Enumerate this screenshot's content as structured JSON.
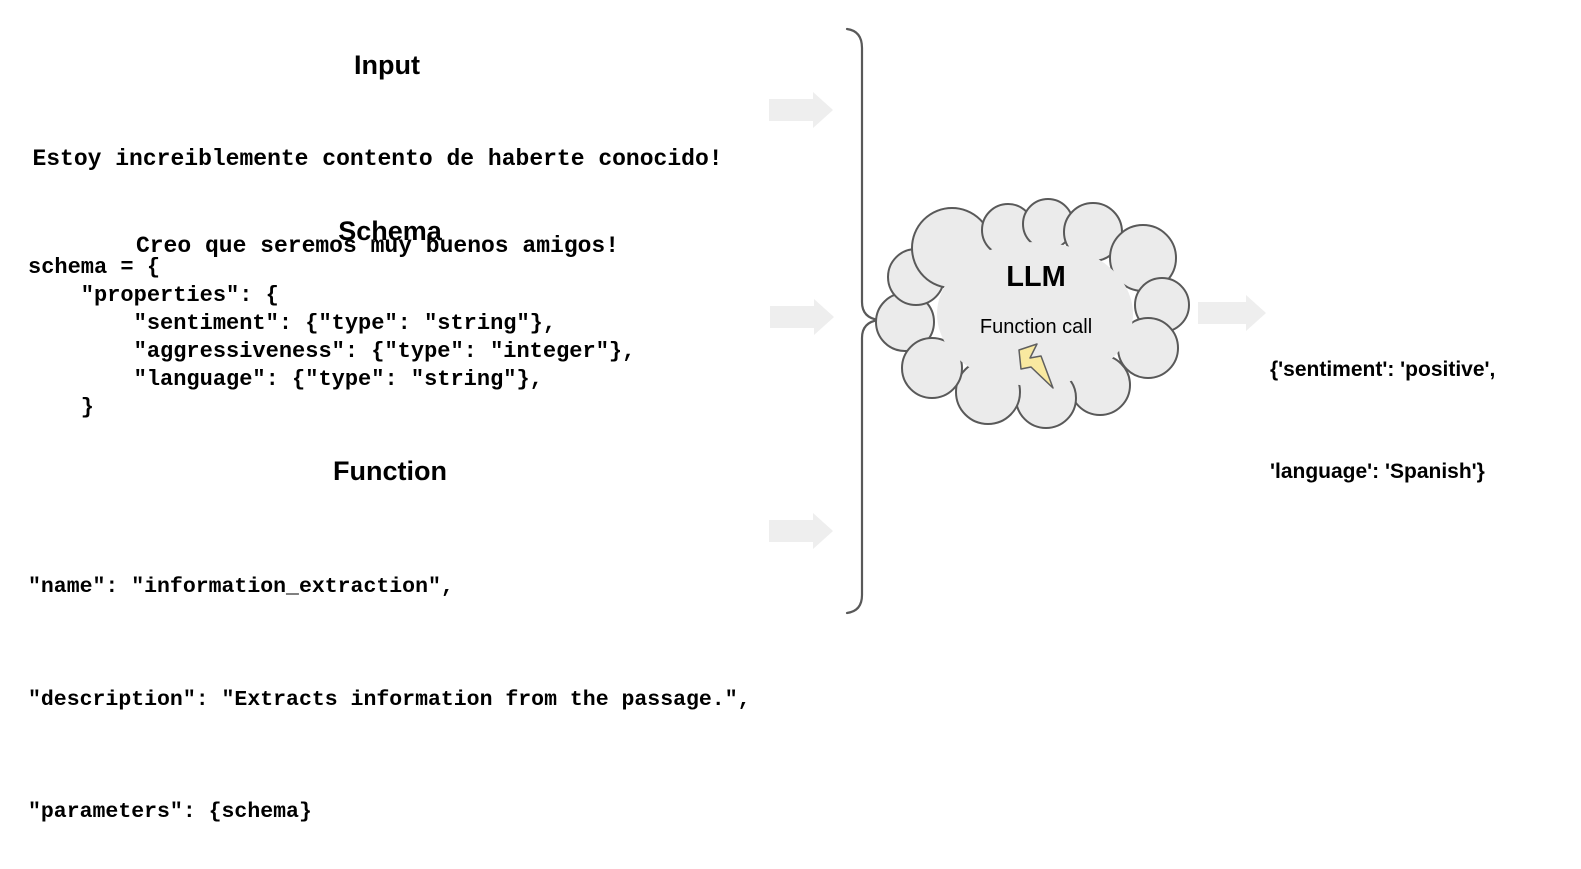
{
  "sections": {
    "input": {
      "title": "Input",
      "lines": [
        "Estoy increiblemente contento de haberte conocido!",
        "Creo que seremos muy buenos amigos!"
      ]
    },
    "schema": {
      "title": "Schema",
      "code": "schema = {\n    \"properties\": {\n        \"sentiment\": {\"type\": \"string\"},\n        \"aggressiveness\": {\"type\": \"integer\"},\n        \"language\": {\"type\": \"string\"},\n    }"
    },
    "function": {
      "title": "Function",
      "lines": [
        "\"name\": \"information_extraction\",",
        "\"description\": \"Extracts information from the passage.\",",
        "\"parameters\": {schema}"
      ]
    }
  },
  "llm": {
    "title": "LLM",
    "subtitle": "Function call",
    "icon": "lightning-bolt-icon"
  },
  "output": {
    "lines": [
      "{'sentiment': 'positive',",
      "'language': 'Spanish'}"
    ]
  },
  "colors": {
    "arrow_fill": "#eeeeee",
    "cloud_fill": "#ebebeb",
    "cloud_stroke": "#595959",
    "brace_stroke": "#595959",
    "bolt_fill": "#f9e9a0",
    "bolt_stroke": "#5f5f5f",
    "text": "#000000"
  }
}
